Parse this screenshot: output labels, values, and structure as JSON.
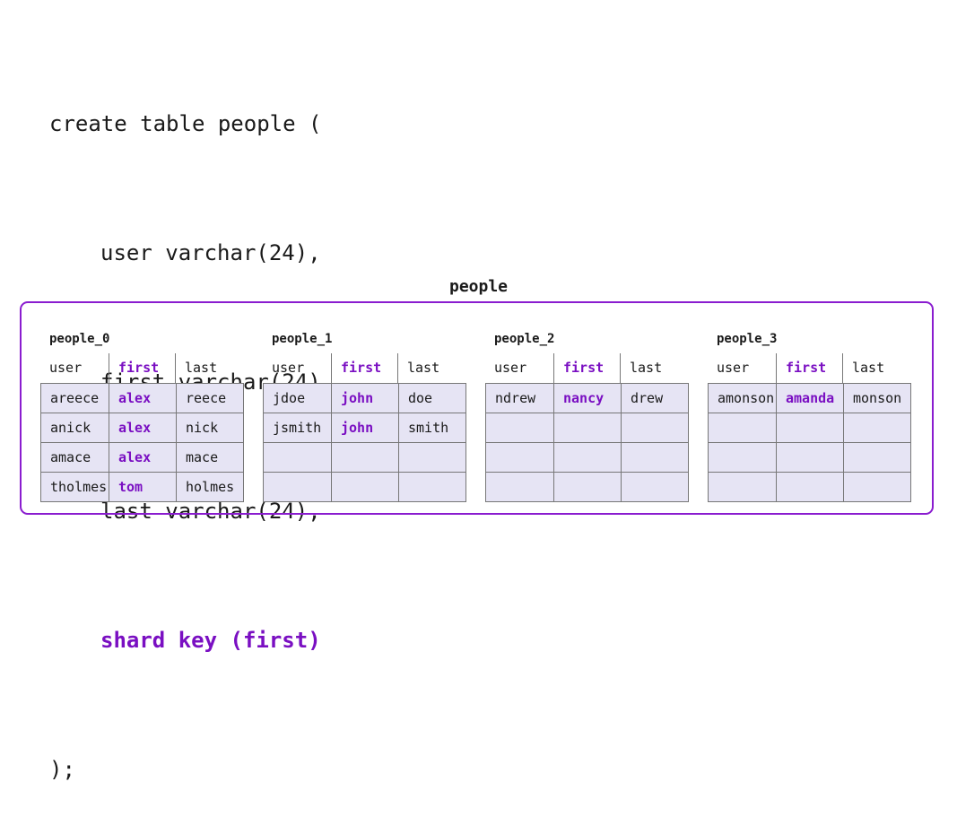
{
  "code": {
    "lines": [
      "create table people (",
      "user varchar(24),",
      "first varchar(24),",
      "last varchar(24),",
      "shard key (first)",
      ");"
    ]
  },
  "database": {
    "label": "people"
  },
  "columns": {
    "user": "user",
    "first": "first",
    "last": "last"
  },
  "shards": [
    {
      "name": "people_0",
      "rows": [
        [
          "areece",
          "alex",
          "reece"
        ],
        [
          "anick",
          "alex",
          "nick"
        ],
        [
          "amace",
          "alex",
          "mace"
        ],
        [
          "tholmes",
          "tom",
          "holmes"
        ]
      ]
    },
    {
      "name": "people_1",
      "rows": [
        [
          "jdoe",
          "john",
          "doe"
        ],
        [
          "jsmith",
          "john",
          "smith"
        ],
        [
          "",
          "",
          ""
        ],
        [
          "",
          "",
          ""
        ]
      ]
    },
    {
      "name": "people_2",
      "rows": [
        [
          "ndrew",
          "nancy",
          "drew"
        ],
        [
          "",
          "",
          ""
        ],
        [
          "",
          "",
          ""
        ],
        [
          "",
          "",
          ""
        ]
      ]
    },
    {
      "name": "people_3",
      "rows": [
        [
          "amonson",
          "amanda",
          "monson"
        ],
        [
          "",
          "",
          ""
        ],
        [
          "",
          "",
          ""
        ],
        [
          "",
          "",
          ""
        ]
      ]
    }
  ],
  "colors": {
    "accent": "#7a0fc2",
    "border": "#8a1ccf",
    "row_fill": "#e6e4f4"
  }
}
